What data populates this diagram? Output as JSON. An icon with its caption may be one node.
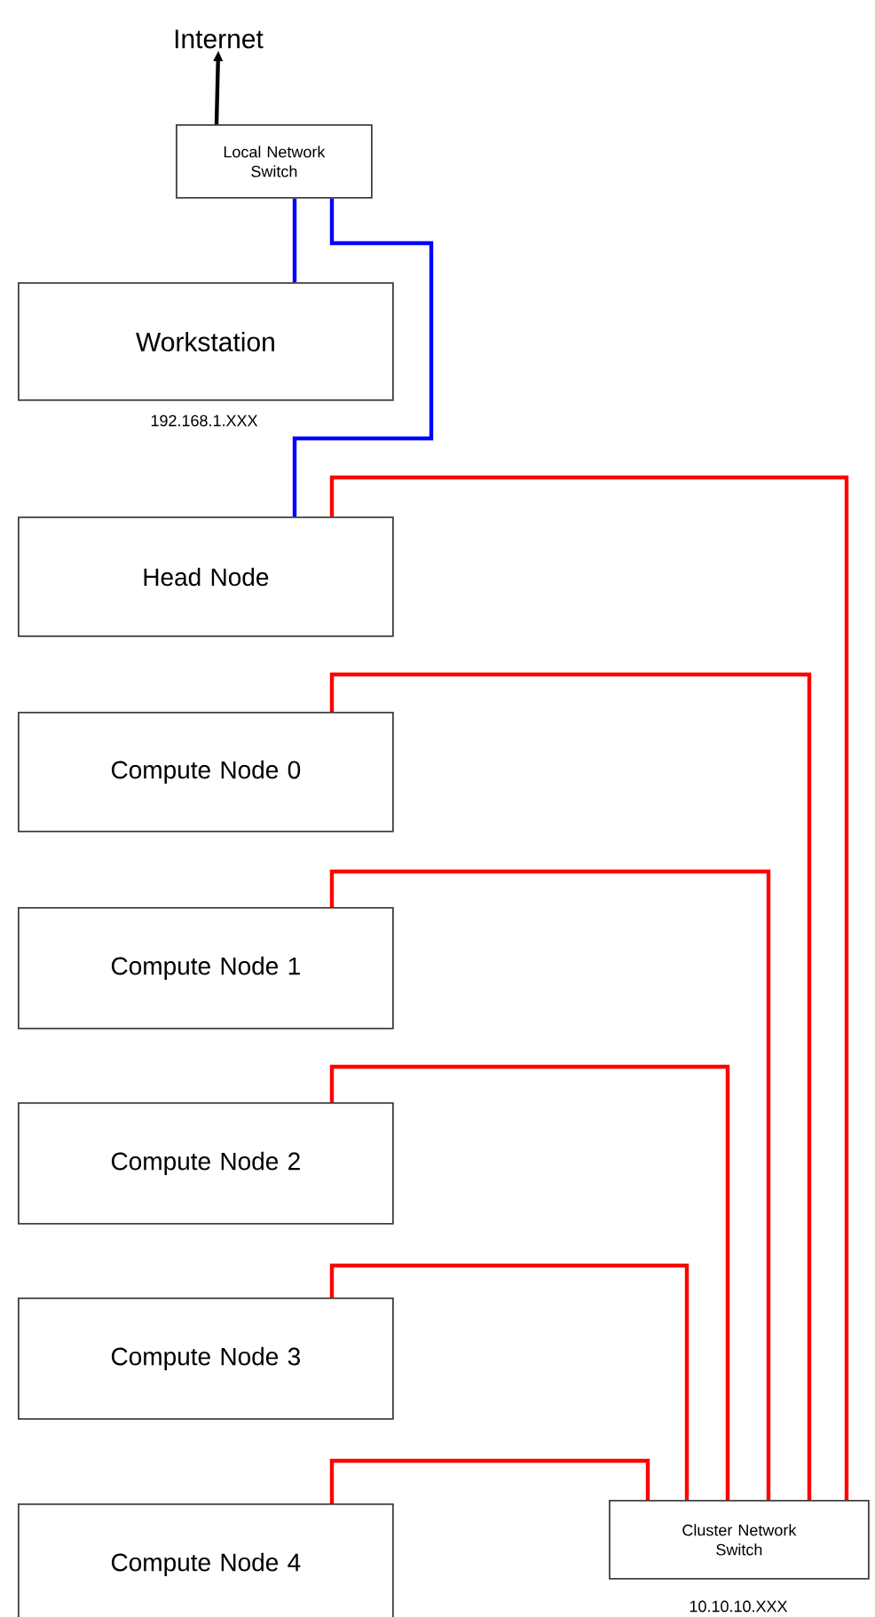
{
  "diagram": {
    "nodes": [
      {
        "text": [
          "Internet"
        ]
      },
      {
        "text": [
          "Local Network Switch"
        ]
      },
      {
        "text": [
          "Workstation"
        ],
        "beside": [
          "192.168.1.XXX"
        ]
      },
      {
        "text": [
          "Head Node"
        ]
      },
      {
        "text": [
          "Compute Node 0"
        ]
      },
      {
        "text": [
          "Compute Node 1"
        ]
      },
      {
        "text": [
          "Compute Node 2"
        ]
      },
      {
        "text": [
          "Compute Node 3"
        ]
      },
      {
        "text": [
          "Compute Node 4"
        ]
      },
      {
        "text": [
          "Cluster Network Switch"
        ],
        "beside": [
          "10.10.10.XXX"
        ]
      }
    ],
    "edges": [
      {
        "from": 1,
        "to": 0,
        "arrow": "to",
        "color": "#000000"
      },
      {
        "from": 2,
        "to": 1,
        "arrow": "none",
        "color": "#0000ff"
      },
      {
        "from": 3,
        "to": 1,
        "arrow": "none",
        "color": "#0000ff"
      },
      {
        "from": 3,
        "to": 9,
        "arrow": "none"
      },
      {
        "from": 4,
        "to": 9,
        "arrow": "none"
      },
      {
        "from": 5,
        "to": 9,
        "arrow": "none"
      },
      {
        "from": 6,
        "to": 9,
        "arrow": "none"
      },
      {
        "from": 7,
        "to": 9,
        "arrow": "none"
      },
      {
        "from": 8,
        "to": 9,
        "arrow": "none"
      }
    ]
  }
}
